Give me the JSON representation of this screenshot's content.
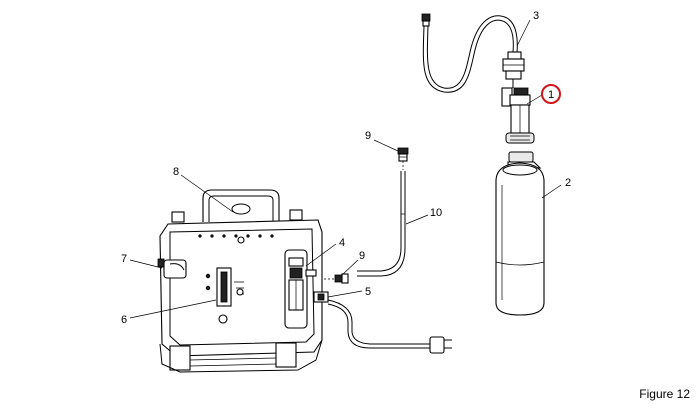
{
  "figure": {
    "caption": "Figure 12",
    "highlight_color": "#d0151b",
    "callouts": [
      {
        "id": "c1",
        "label": "1",
        "highlighted": true
      },
      {
        "id": "c2",
        "label": "2"
      },
      {
        "id": "c3",
        "label": "3"
      },
      {
        "id": "c4",
        "label": "4"
      },
      {
        "id": "c5",
        "label": "5"
      },
      {
        "id": "c6",
        "label": "6"
      },
      {
        "id": "c7",
        "label": "7"
      },
      {
        "id": "c8",
        "label": "8"
      },
      {
        "id": "c9a",
        "label": "9"
      },
      {
        "id": "c9b",
        "label": "9"
      },
      {
        "id": "c10",
        "label": "10"
      }
    ]
  }
}
